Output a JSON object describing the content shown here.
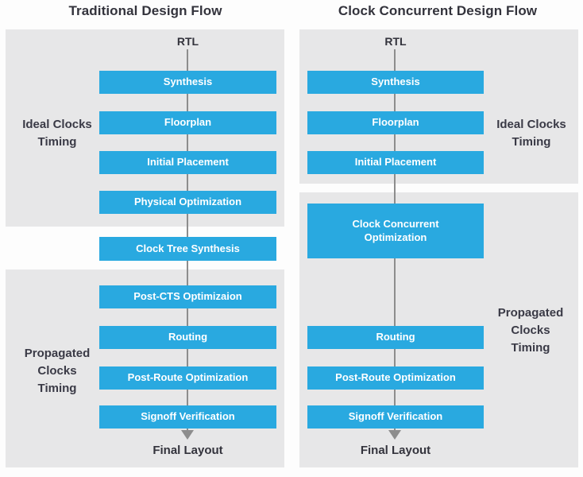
{
  "colors": {
    "box_blue": "#29a9e0",
    "panel_gray": "#e7e7e8",
    "connector_gray": "#8d8d8d",
    "text_dark": "#33333c",
    "box_text": "#ffffff"
  },
  "left_flow": {
    "title": "Traditional Design Flow",
    "rtl_label": "RTL",
    "final_label": "Final Layout",
    "ideal_timing_lines": [
      "Ideal Clocks",
      "Timing"
    ],
    "propagated_timing_lines": [
      "Propagated",
      "Clocks",
      "Timing"
    ],
    "steps": [
      "Synthesis",
      "Floorplan",
      "Initial Placement",
      "Physical Optimization",
      "Clock Tree Synthesis",
      "Post-CTS Optimizaion",
      "Routing",
      "Post-Route Optimization",
      "Signoff Verification"
    ]
  },
  "right_flow": {
    "title": "Clock Concurrent Design Flow",
    "rtl_label": "RTL",
    "final_label": "Final Layout",
    "ideal_timing_lines": [
      "Ideal Clocks",
      "Timing"
    ],
    "propagated_timing_lines": [
      "Propagated",
      "Clocks",
      "Timing"
    ],
    "steps": [
      "Synthesis",
      "Floorplan",
      "Initial Placement",
      "Clock Concurrent Optimization",
      "Routing",
      "Post-Route Optimization",
      "Signoff Verification"
    ]
  }
}
